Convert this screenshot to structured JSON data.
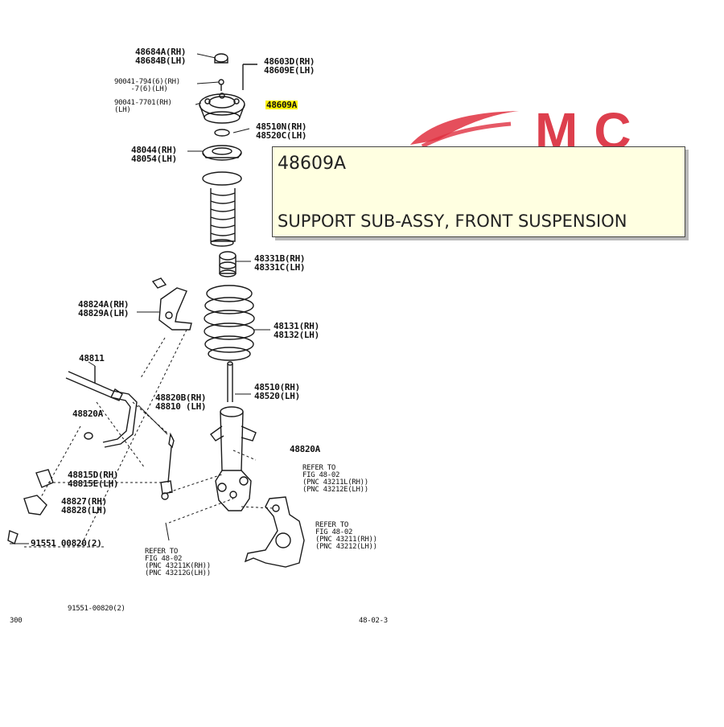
{
  "watermark": {
    "text": "MC",
    "color": "#d81e2e"
  },
  "tooltip": {
    "code": "48609A",
    "name": "SUPPORT SUB-ASSY, FRONT SUSPENSION"
  },
  "labels": {
    "p48684": "48684A(RH)\n48684B(LH)",
    "p90041a": "90041-794(6)(RH)\n    -7(6)(LH)",
    "p90041b": "90041-7701(RH)\n(LH)",
    "p48603": "48603D(RH)\n48609E(LH)",
    "p48609a": "48609A",
    "p48510n": "48510N(RH)\n48520C(LH)",
    "p48044": "48044(RH)\n48054(LH)",
    "p48331": "48331B(RH)\n48331C(LH)",
    "p48824": "48824A(RH)\n48829A(LH)",
    "p48131": "48131(RH)\n48132(LH)",
    "p48811": "48811",
    "p48820b": "48820B(RH)\n48810 (LH)",
    "p48510": "48510(RH)\n48520(LH)",
    "p48820a": "48820A",
    "p48820a2": "48820A",
    "p48815": "48815D(RH)\n48815E(LH)",
    "p48827": "48827(RH)\n48828(LH)",
    "p90551": "91551 00820(2)",
    "refer1": "REFER TO\nFIG 48-02\n(PNC 43211L(RH))\n(PNC 43212E(LH))",
    "refer2": "REFER TO\nFIG 48-02\n(PNC 43211(RH))\n(PNC 43212(LH))",
    "refer3": "REFER TO\nFIG 48-02\n(PNC 43211K(RH))\n(PNC 43212G(LH))",
    "bottom": "91551-00820(2)",
    "corner_left": "300",
    "corner_right": "48-02-3"
  }
}
